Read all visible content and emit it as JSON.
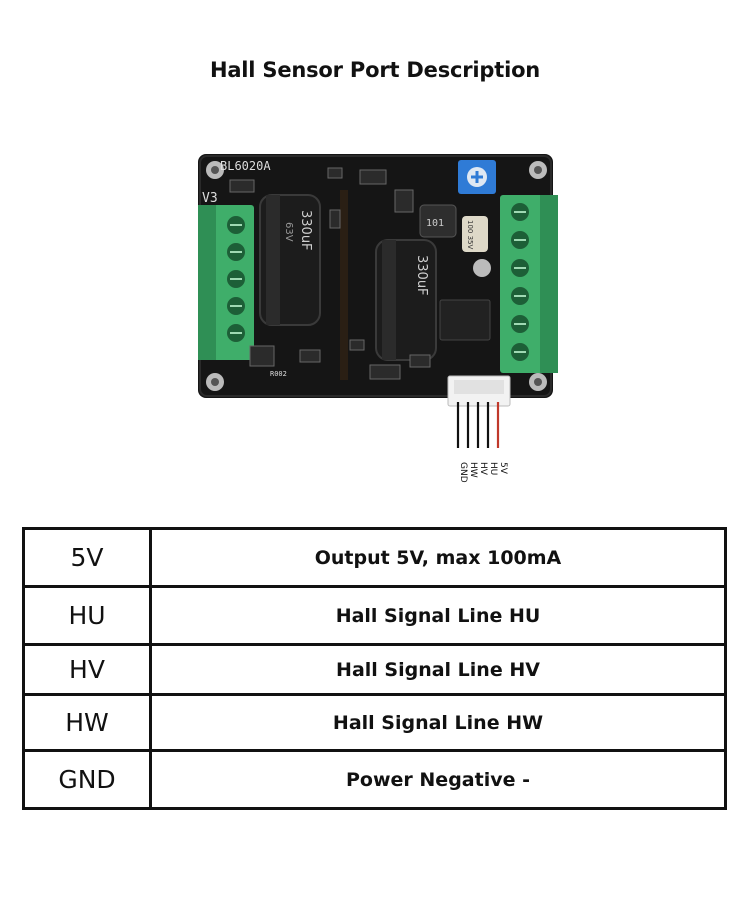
{
  "page": {
    "title": "Hall Sensor Port Description"
  },
  "board": {
    "model_label": "BL6020A",
    "version_label": "V3",
    "capacitor_left_label": "330uF",
    "capacitor_left_voltage": "63V",
    "capacitor_right_label": "330uF",
    "resistor_label": "R002",
    "inductor_label": "101",
    "small_cap_label": "100 35V",
    "wire_labels": [
      "5V",
      "HU",
      "HV",
      "HW",
      "GND"
    ],
    "wire_colors": [
      "#c0392b",
      "#111111",
      "#111111",
      "#111111",
      "#111111"
    ],
    "pcb_color": "#121212",
    "terminal_color": "#3fae6a"
  },
  "ports": [
    {
      "pin": "5V",
      "description": "Output 5V, max 100mA"
    },
    {
      "pin": "HU",
      "description": "Hall Signal Line HU"
    },
    {
      "pin": "HV",
      "description": "Hall Signal Line HV"
    },
    {
      "pin": "HW",
      "description": "Hall Signal Line HW"
    },
    {
      "pin": "GND",
      "description": "Power Negative -"
    }
  ]
}
